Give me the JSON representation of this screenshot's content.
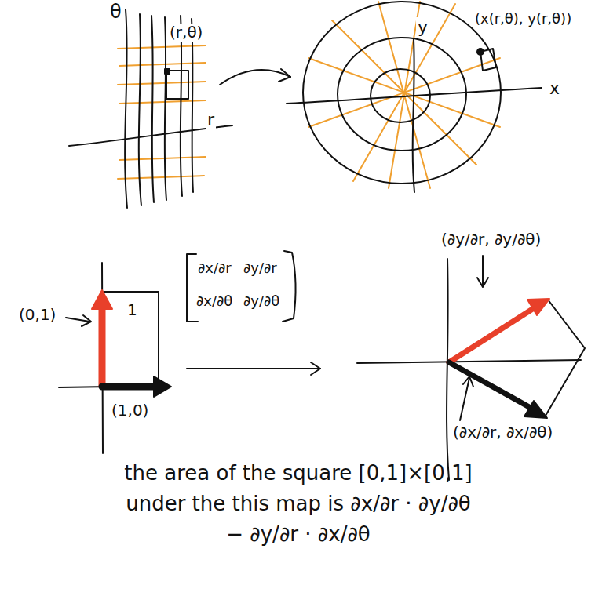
{
  "diagram": {
    "caption": "the area of the square [0,1]×[0,1] under the this map is ∂x/∂r · ∂y/∂θ − ∂y/∂r · ∂x/∂θ",
    "labels": [
      "θ",
      "(r,θ)",
      "r",
      "y",
      "(x(r,θ), y(r,θ))",
      "x",
      "(0,1)",
      "1",
      "(1,0)",
      "∂x/∂r",
      "∂y/∂r",
      "∂x/∂θ",
      "∂y/∂θ",
      "(∂y/∂r, ∂y/∂θ)",
      "(∂x/∂r, ∂x/∂θ)"
    ]
  }
}
